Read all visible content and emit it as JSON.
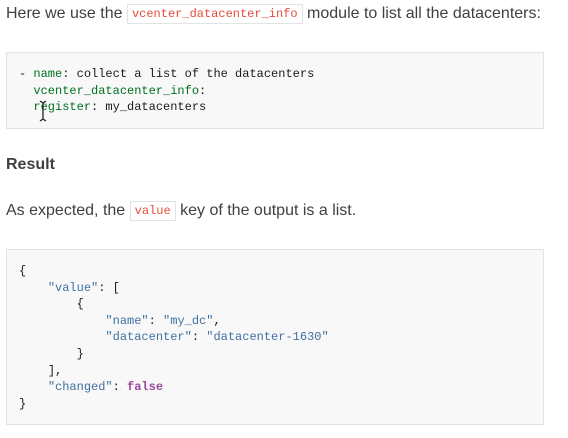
{
  "intro": {
    "before": "Here we use the ",
    "module_code": "vcenter_datacenter_info",
    "after": " module to list all the datacenters:"
  },
  "yaml_block": {
    "line1_dash": "- ",
    "line1_key": "name",
    "line1_value": "collect a list of the datacenters",
    "line2_key": "vcenter_datacenter_info",
    "line3_key": "register",
    "line3_value": "my_datacenters"
  },
  "result_heading": "Result",
  "expected": {
    "before": "As expected, the ",
    "key_code": "value",
    "after": " key of the output is a list."
  },
  "json_block": {
    "open_brace": "{",
    "value_key": "\"value\"",
    "open_bracket": "[",
    "inner_open": "{",
    "name_key": "\"name\"",
    "name_val": "\"my_dc\"",
    "dc_key": "\"datacenter\"",
    "dc_val": "\"datacenter-1630\"",
    "inner_close": "}",
    "close_bracket": "],",
    "changed_key": "\"changed\"",
    "changed_val": "false",
    "close_brace": "}"
  }
}
